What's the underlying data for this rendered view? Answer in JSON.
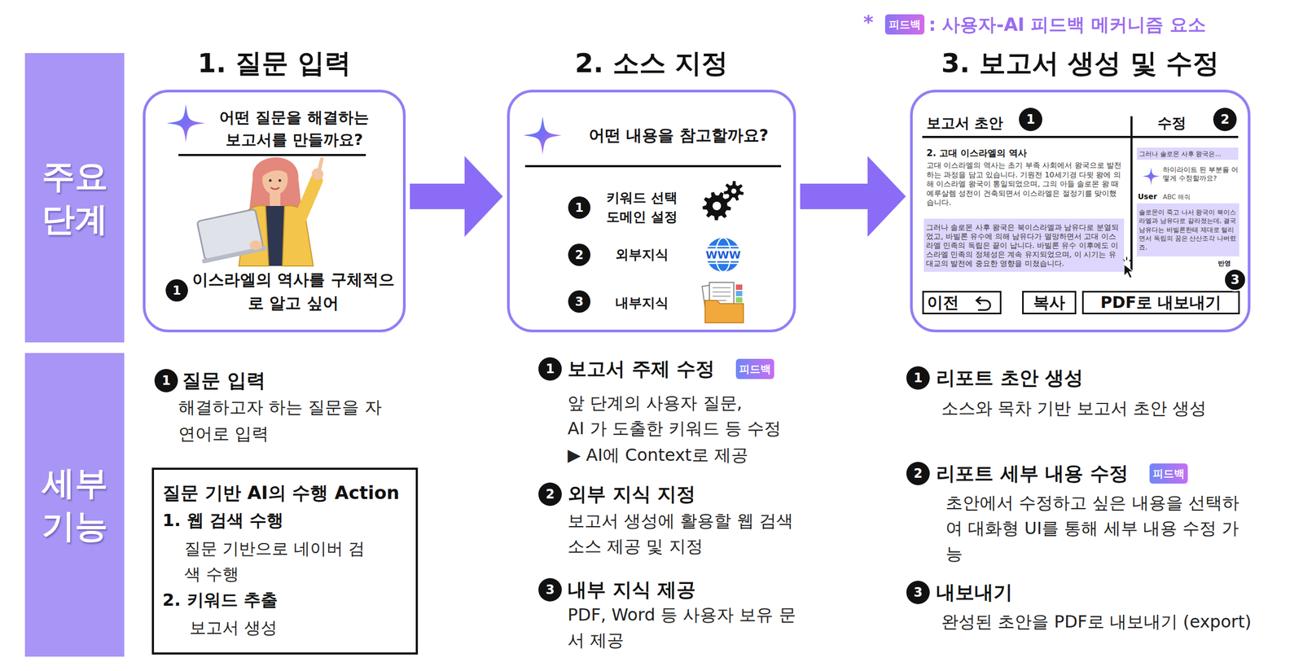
{
  "diagram": {
    "nodes": [
      {
        "text": [
          "주요 단계"
        ]
      },
      {
        "text": [
          "1. 질문 입력",
          "어떤 질문을 해결하는 보고서를 만들까요?",
          "이스라엘의 역사를 구체적으로 알고 싶어"
        ]
      },
      {
        "text": [
          "2. 소스 지정",
          "어떤 내용을 참고할까요?",
          "키워드 선택 도메인 설정",
          "외부지식",
          "내부지식"
        ]
      },
      {
        "text": [
          "3. 보고서 생성 및 수정",
          "보고서 초안",
          "수정",
          "2. 고대 이스라엘의 역사",
          "고대 이스라엘의 역사는 초기 부족 사회에서 왕국으로 발전하는 과정을 담고 있습니다. 기원전 10세기경 다윗 왕에 의해 이스라엘 왕국이 통일되었으며, 그의 아들 솔로몬 왕 때 예루살렘 성전이 건축되면서 이스라엘은 절정기를 맞이했습니다.",
          "하이라이트 된 부분을 어떻게 수정할까요?",
          "User",
          "ABC 해줘",
          "반영"
        ]
      },
      {
        "text": [
          "그러나 솔로몬 사후 왕국은 북이스라엘과 남유다로 분열되었고, 바빌론 유수에 의해 남유다가 멸망하면서 고대 이스라엘 민족의 독립은 끝이 납니다. 바빌론 유수 이후에도 이스라엘 민족의 정체성은 계속 유지되었으며, 이 시기는 유대교의 발전에 중요한 영향을 미쳤습니다."
        ],
        "in": 3
      },
      {
        "text": [
          "그러나 솔로몬 사후 왕국은..."
        ],
        "in": 3
      },
      {
        "text": [
          "솔로몬이 죽고 나서 왕국이 북이스라엘과 남유다로 갈라졌는데, 결국 남유다는 바빌론한테 제대로 털리면서 독립의 꿈은 산산조각 나버렸죠."
        ],
        "in": 3
      },
      {
        "text": [
          "이전"
        ],
        "in": 3
      },
      {
        "text": [
          "복사"
        ],
        "in": 3
      },
      {
        "text": [
          "PDF로 내보내기"
        ],
        "in": 3
      },
      {
        "text": [
          "세부 기능"
        ]
      },
      {
        "text": [
          "질문 기반 AI의 수행 Action",
          "1. 웹 검색 수행",
          "질문 기반으로 네이버 검색 수행",
          "2. 키워드 추출",
          "보고서 생성"
        ]
      },
      {
        "text": [
          "피드백"
        ]
      },
      {
        "text": [
          "피드백"
        ]
      }
    ],
    "edges": [
      {
        "from": 1,
        "to": 2,
        "arrow": "to"
      },
      {
        "from": 2,
        "to": 3,
        "arrow": "to"
      }
    ],
    "labels": [
      "*",
      "피드백",
      "1",
      "1",
      "2",
      "3",
      "WWW",
      "1",
      "2",
      "3",
      "1",
      "질문 입력",
      "해결하고자 하는 질문을 자연어로 입력",
      "1",
      "보고서 주제 수정",
      "앞 단계의 사용자 질문,",
      "AI 가 도출한 키워드 등 수정",
      "▶ AI에 Context로 제공",
      "2",
      "외부 지식 지정",
      "보고서 생성에 활용할 웹 검색 소스 제공 및 지정",
      "3",
      "내부 지식 제공",
      "PDF, Word 등 사용자 보유 문서 제공",
      "1",
      "리포트 초안 생성",
      "소스와 목차 기반 보고서 초안 생성",
      "2",
      "리포트 세부 내용 수정",
      "초안에서 수정하고 싶은 내용을 선택하여 대화형 UI를 통해 세부 내용 수정 가능",
      "3",
      "내보내기",
      "완성된 초안을 PDF로 내보내기 (export)"
    ],
    "legend": [
      {
        "text": ": 사용자-AI 피드백 메커니즘 요소",
        "color": "#8a74f4"
      }
    ]
  }
}
